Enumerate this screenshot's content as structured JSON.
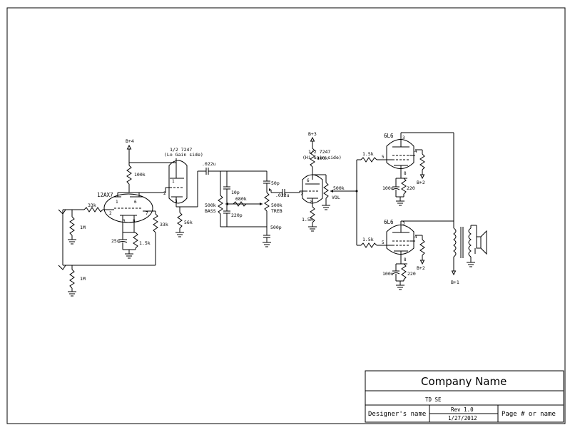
{
  "schematic": {
    "labels": {
      "bplus4": "B+4",
      "bplus3": "B+3",
      "bplus2_top": "B+2",
      "bplus2_bottom": "B+2",
      "bplus1": "B+1",
      "v1": "12AX7",
      "v2a": "1/2 7247",
      "v2a_side": "(Lo Gain side)",
      "v2b": "1/2 7247",
      "v2b_side": "(Hi Gain side)",
      "v3": "6L6",
      "v4": "6L6",
      "r_100k_a": "100k",
      "r_100k_b": "100k",
      "r_33k_in": "33k",
      "r_33k_side": "33k",
      "r_1m_a": "1M",
      "r_1m_b": "1M",
      "c_25u": "25u",
      "r_1k5_a": "1.5k",
      "r_56k": "56k",
      "c_022_a": ".022u",
      "c_10p": "10p",
      "r_680k": "680k",
      "c_50p": "50p",
      "c_022_b": ".022u",
      "pot_bass": "500k",
      "bass": "BASS",
      "c_220p": "220p",
      "pot_treb": "500k",
      "treb": "TREB",
      "c_500p": "500p",
      "r_1k5_b": "1.5k",
      "pot_vol": "500k",
      "vol": "VOL",
      "r_1k5_c": "1.5k",
      "r_1k5_d": "1.5k",
      "c_100u_a": "100u",
      "r_220_a": "220",
      "c_100u_b": "100u",
      "r_220_b": "220"
    },
    "pins": {
      "v1_1": "1",
      "v1_6": "6",
      "v1_2": "2",
      "v1_7": "7",
      "v1_3": "3",
      "v1_8": "8",
      "v2a_1": "1",
      "v2a_2": "2",
      "v2a_3": "3",
      "v2b_6": "6",
      "v2b_7": "7",
      "v2b_8": "8",
      "v3_3": "3",
      "v3_4": "4",
      "v3_5": "5",
      "v3_8": "8",
      "v4_3": "3",
      "v4_4": "4",
      "v4_5": "5",
      "v4_8": "8"
    }
  },
  "title_block": {
    "company": "Company Name",
    "title": "TD SE",
    "designer": "Designer's name",
    "rev": "Rev 1.0",
    "date": "1/27/2012",
    "page": "Page # or name"
  }
}
